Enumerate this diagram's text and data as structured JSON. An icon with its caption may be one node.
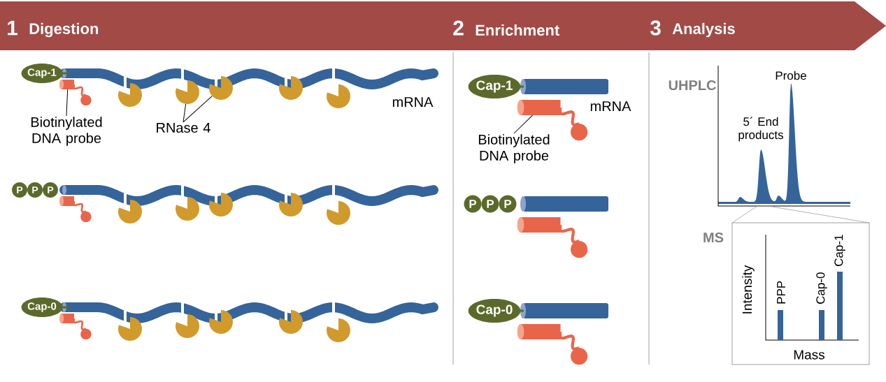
{
  "diagram": {
    "nodes": [
      {
        "text": [
          "1",
          "Digestion",
          "2",
          "Enrichment",
          "3",
          "Analysis"
        ]
      },
      {
        "text": [
          "Cap-1"
        ]
      },
      {
        "text": [],
        "shape": "cylinder"
      },
      {
        "text": [
          "Biotinylated DNA probe"
        ]
      },
      {
        "text": [],
        "shape": "picture"
      },
      {
        "text": [],
        "shape": "picture"
      },
      {
        "text": [
          "RNase 4"
        ]
      },
      {
        "text": [
          "P"
        ]
      },
      {
        "text": [
          "P"
        ]
      },
      {
        "text": [
          "P"
        ]
      },
      {
        "text": [
          "Cap-0"
        ]
      },
      {
        "text": [
          "Cap-1"
        ]
      },
      {
        "text": [],
        "shape": "cylinder"
      },
      {
        "text": [
          "Biotinylated DNA probe"
        ]
      },
      {
        "text": [
          "P"
        ]
      },
      {
        "text": [
          "P"
        ]
      },
      {
        "text": [
          "P"
        ]
      },
      {
        "text": [
          "Cap-0"
        ]
      }
    ],
    "edges": [
      {
        "from": 3,
        "to": 2,
        "arrow": "none"
      },
      {
        "from": 6,
        "to": 4,
        "arrow": "none"
      },
      {
        "from": 6,
        "to": 5,
        "arrow": "none"
      },
      {
        "from": 13,
        "to": 12,
        "arrow": "none"
      }
    ],
    "labels": [
      "mRNA",
      "mRNA",
      "UHPLC",
      "Probe",
      "5´ End products",
      "MS",
      "Intensity",
      "PPP",
      "Cap-0",
      "Cap-1",
      "Mass"
    ]
  }
}
